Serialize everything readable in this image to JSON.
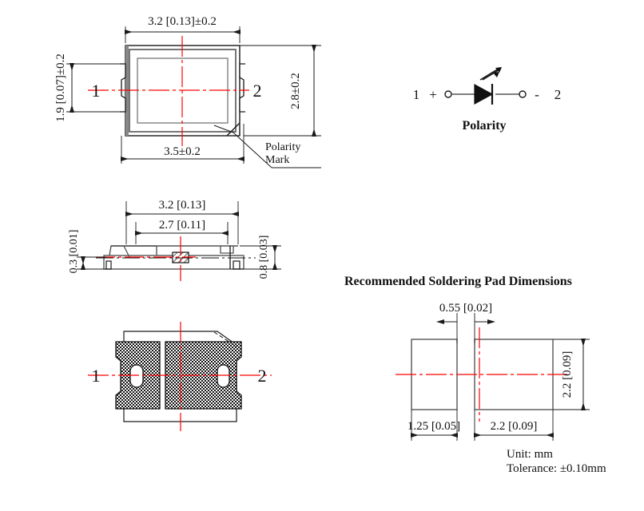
{
  "drawing": {
    "title_soldering": "Recommended Soldering Pad Dimensions",
    "polarity_label": "Polarity",
    "polarity_mark_line1": "Polarity",
    "polarity_mark_line2": "Mark",
    "unit_note": "Unit: mm",
    "tolerance_note": "Tolerance: ±0.10mm"
  },
  "top_view": {
    "pin1": "1",
    "pin2": "2",
    "dim_width_top": "3.2 [0.13]±0.2",
    "dim_width_bottom": "3.5±0.2",
    "dim_height_left": "1.9 [0.07]±0.2",
    "dim_height_right": "2.8±0.2"
  },
  "side_view": {
    "dim_top_outer": "3.2 [0.13]",
    "dim_top_inner": "2.7 [0.11]",
    "dim_left_height": "0.3 [0.01]",
    "dim_right_height": "0.8 [0.03]"
  },
  "bottom_view": {
    "pin1": "1",
    "pin2": "2"
  },
  "polarity_symbol": {
    "left_pin": "1",
    "left_sign": "+",
    "right_sign": "-",
    "right_pin": "2"
  },
  "pad_view": {
    "dim_gap": "0.55 [0.02]",
    "dim_left_pad_width": "1.25 [0.05]",
    "dim_right_pad_width": "2.2 [0.09]",
    "dim_pad_height": "2.2 [0.09]"
  },
  "colors": {
    "line": "#1a1a1a",
    "centerline": "#ff0000",
    "gray_line": "#555555",
    "background": "#ffffff"
  }
}
